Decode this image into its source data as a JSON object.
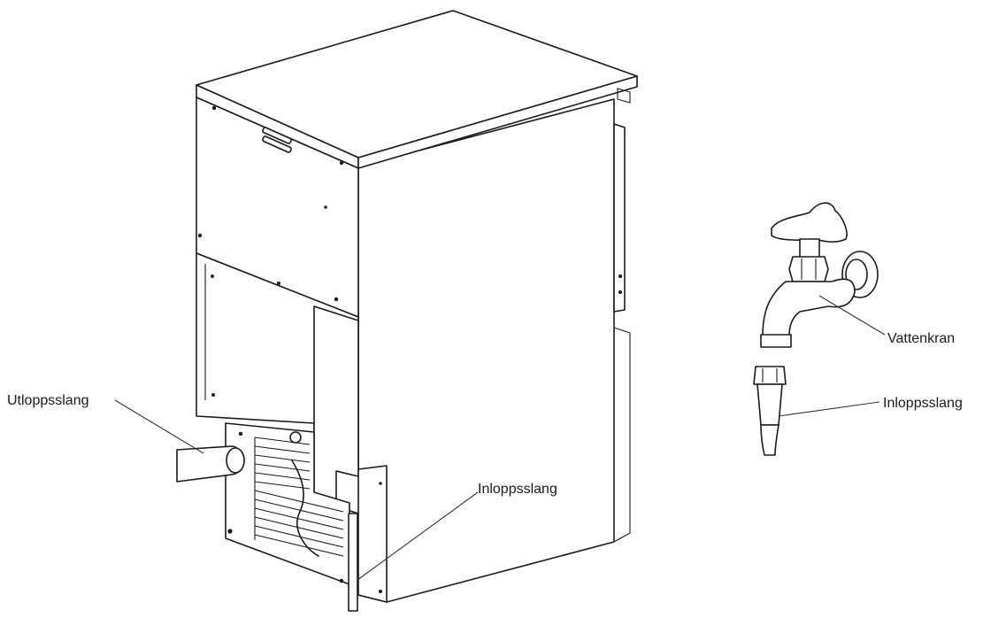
{
  "labels": {
    "outlet_hose": "Utloppsslang",
    "inlet_hose_machine": "Inloppsslang",
    "water_tap": "Vattenkran",
    "inlet_hose_tap": "Inloppsslang"
  },
  "colors": {
    "line": "#1a1a1a",
    "background": "#ffffff"
  }
}
